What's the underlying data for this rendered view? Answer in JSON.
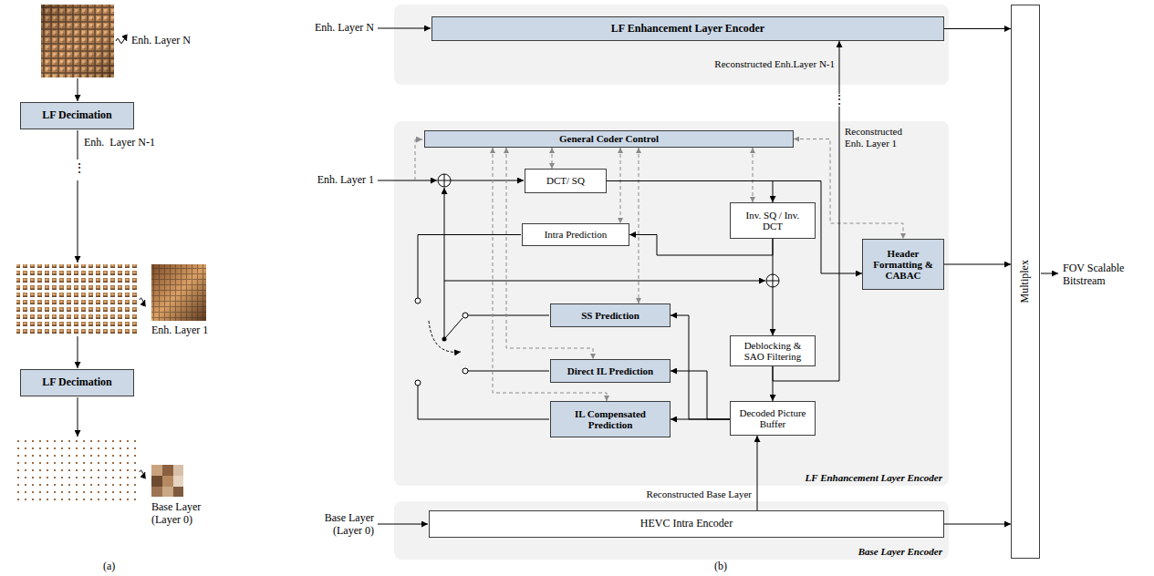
{
  "diagram": {
    "nodes": [
      {
        "text": [
          "LF Decimation"
        ]
      },
      {
        "text": [
          "LF Decimation"
        ]
      },
      {
        "text": [
          "LF Enhancement Layer Encoder"
        ]
      },
      {
        "text": [
          "LF Enhancement Layer Encoder"
        ]
      },
      {
        "text": [
          "General Coder Control"
        ],
        "in": 3
      },
      {
        "text": [
          "DCT/ SQ"
        ],
        "in": 3
      },
      {
        "text": [
          "Intra Prediction"
        ],
        "in": 3
      },
      {
        "text": [
          "Inv. SQ / Inv. DCT"
        ],
        "in": 3
      },
      {
        "text": [
          "Header Formatting & CABAC"
        ],
        "in": 3
      },
      {
        "text": [
          "SS Prediction"
        ],
        "in": 3
      },
      {
        "text": [
          "Deblocking & SAO Filtering"
        ],
        "in": 3
      },
      {
        "text": [
          "Direct IL Prediction"
        ],
        "in": 3
      },
      {
        "text": [
          "IL Compensated Prediction"
        ],
        "in": 3
      },
      {
        "text": [
          "Decoded Picture Buffer"
        ],
        "in": 3
      },
      {
        "text": [
          "Base Layer Encoder"
        ]
      },
      {
        "text": [
          "HEVC Intra Encoder"
        ],
        "in": 14
      },
      {
        "text": [
          "Multiplex"
        ]
      }
    ],
    "edges": [
      {
        "from": 2,
        "to": 16,
        "arrow": "to"
      },
      {
        "from": 4,
        "to": 5,
        "arrow": "both"
      },
      {
        "from": 4,
        "to": 6,
        "arrow": "both"
      },
      {
        "from": 4,
        "to": 7,
        "arrow": "both"
      },
      {
        "from": 4,
        "to": 8,
        "arrow": "both"
      },
      {
        "from": 4,
        "to": 9,
        "arrow": "both"
      },
      {
        "from": 4,
        "to": 11,
        "arrow": "both"
      },
      {
        "from": 4,
        "to": 12,
        "arrow": "both"
      },
      {
        "from": 5,
        "to": 7,
        "arrow": "to"
      },
      {
        "from": 5,
        "to": 8,
        "arrow": "to"
      },
      {
        "from": 7,
        "to": 6,
        "arrow": "to"
      },
      {
        "from": 7,
        "to": 10,
        "arrow": "to"
      },
      {
        "from": 10,
        "to": 13,
        "arrow": "to"
      },
      {
        "from": 10,
        "to": 2,
        "arrow": "to"
      },
      {
        "from": 13,
        "to": 9,
        "arrow": "to"
      },
      {
        "from": 13,
        "to": 11,
        "arrow": "to"
      },
      {
        "from": 13,
        "to": 12,
        "arrow": "to"
      },
      {
        "from": 8,
        "to": 16,
        "arrow": "to"
      },
      {
        "from": 15,
        "to": 13,
        "label": "Reconstructed Base Layer",
        "arrow": "to"
      },
      {
        "from": 15,
        "to": 16,
        "arrow": "to"
      }
    ],
    "labels": [
      "Enh. Layer N",
      "Enh.  Layer N-1",
      "⋮",
      "Enh. Layer 1",
      "Base Layer (Layer 0)",
      "(a)",
      "Enh. Layer N",
      "Reconstructed Enh.Layer N-1",
      "⋮",
      "Reconstructed Enh. Layer 1",
      "Enh. Layer 1",
      "Base Layer (Layer 0)",
      "FOV Scalable Bitstream",
      "(b)"
    ]
  }
}
